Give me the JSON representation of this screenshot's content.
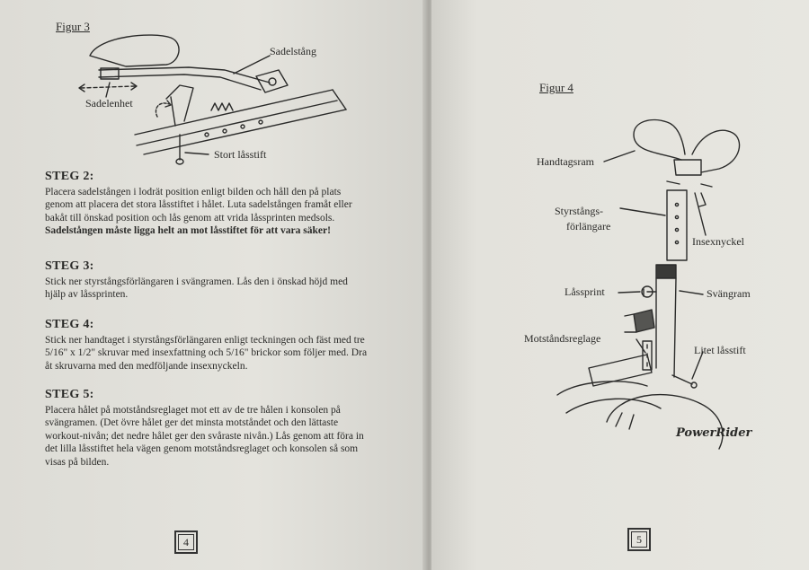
{
  "left_page": {
    "figure_label": "Figur 3",
    "callouts": {
      "sadelstang": "Sadelstång",
      "sadelenhet": "Sadelenhet",
      "stort_lasstift": "Stort låsstift"
    },
    "steps": [
      {
        "heading": "STEG 2:",
        "text": "Placera sadelstången i lodrät position enligt bilden och håll den på plats genom att placera det stora låsstiftet i hålet. Luta sadelstången framåt eller bakåt till önskad position och lås genom att vrida låssprinten medsols.",
        "warning": "Sadelstången måste ligga helt an mot låsstiftet för att vara säker!"
      },
      {
        "heading": "STEG 3:",
        "text": "Stick ner styrstångsförlängaren i svängramen. Lås den i önskad höjd med hjälp av låssprinten."
      },
      {
        "heading": "STEG 4:",
        "text": "Stick ner handtaget i styrstångsförlängaren enligt teckningen och fäst med tre 5/16\" x 1/2\" skruvar med insexfattning och 5/16\" brickor som följer med. Dra åt skruvarna med den medföljande insexnyckeln."
      },
      {
        "heading": "STEG 5:",
        "text": "Placera hålet på motståndsreglaget mot ett av de tre hålen i konsolen på svängramen. (Det övre hålet ger det minsta motståndet och den lättaste workout-nivån; det nedre hålet ger den svåraste nivån.) Lås genom att föra in det lilla låsstiftet hela vägen genom motståndsreglaget och konsolen så som visas på bilden."
      }
    ],
    "page_number": "4"
  },
  "right_page": {
    "figure_label": "Figur 4",
    "callouts": {
      "handtagsram": "Handtagsram",
      "styrstangsforlangare_1": "Styrstångs-",
      "styrstangsforlangare_2": "förlängare",
      "insexnyckel": "Insexnyckel",
      "lassprint": "Låssprint",
      "svangram": "Svängram",
      "motstandsreglage": "Motståndsreglage",
      "litet_lasstift": "Litet låsstift"
    },
    "brand": "PowerRider",
    "page_number": "5"
  }
}
